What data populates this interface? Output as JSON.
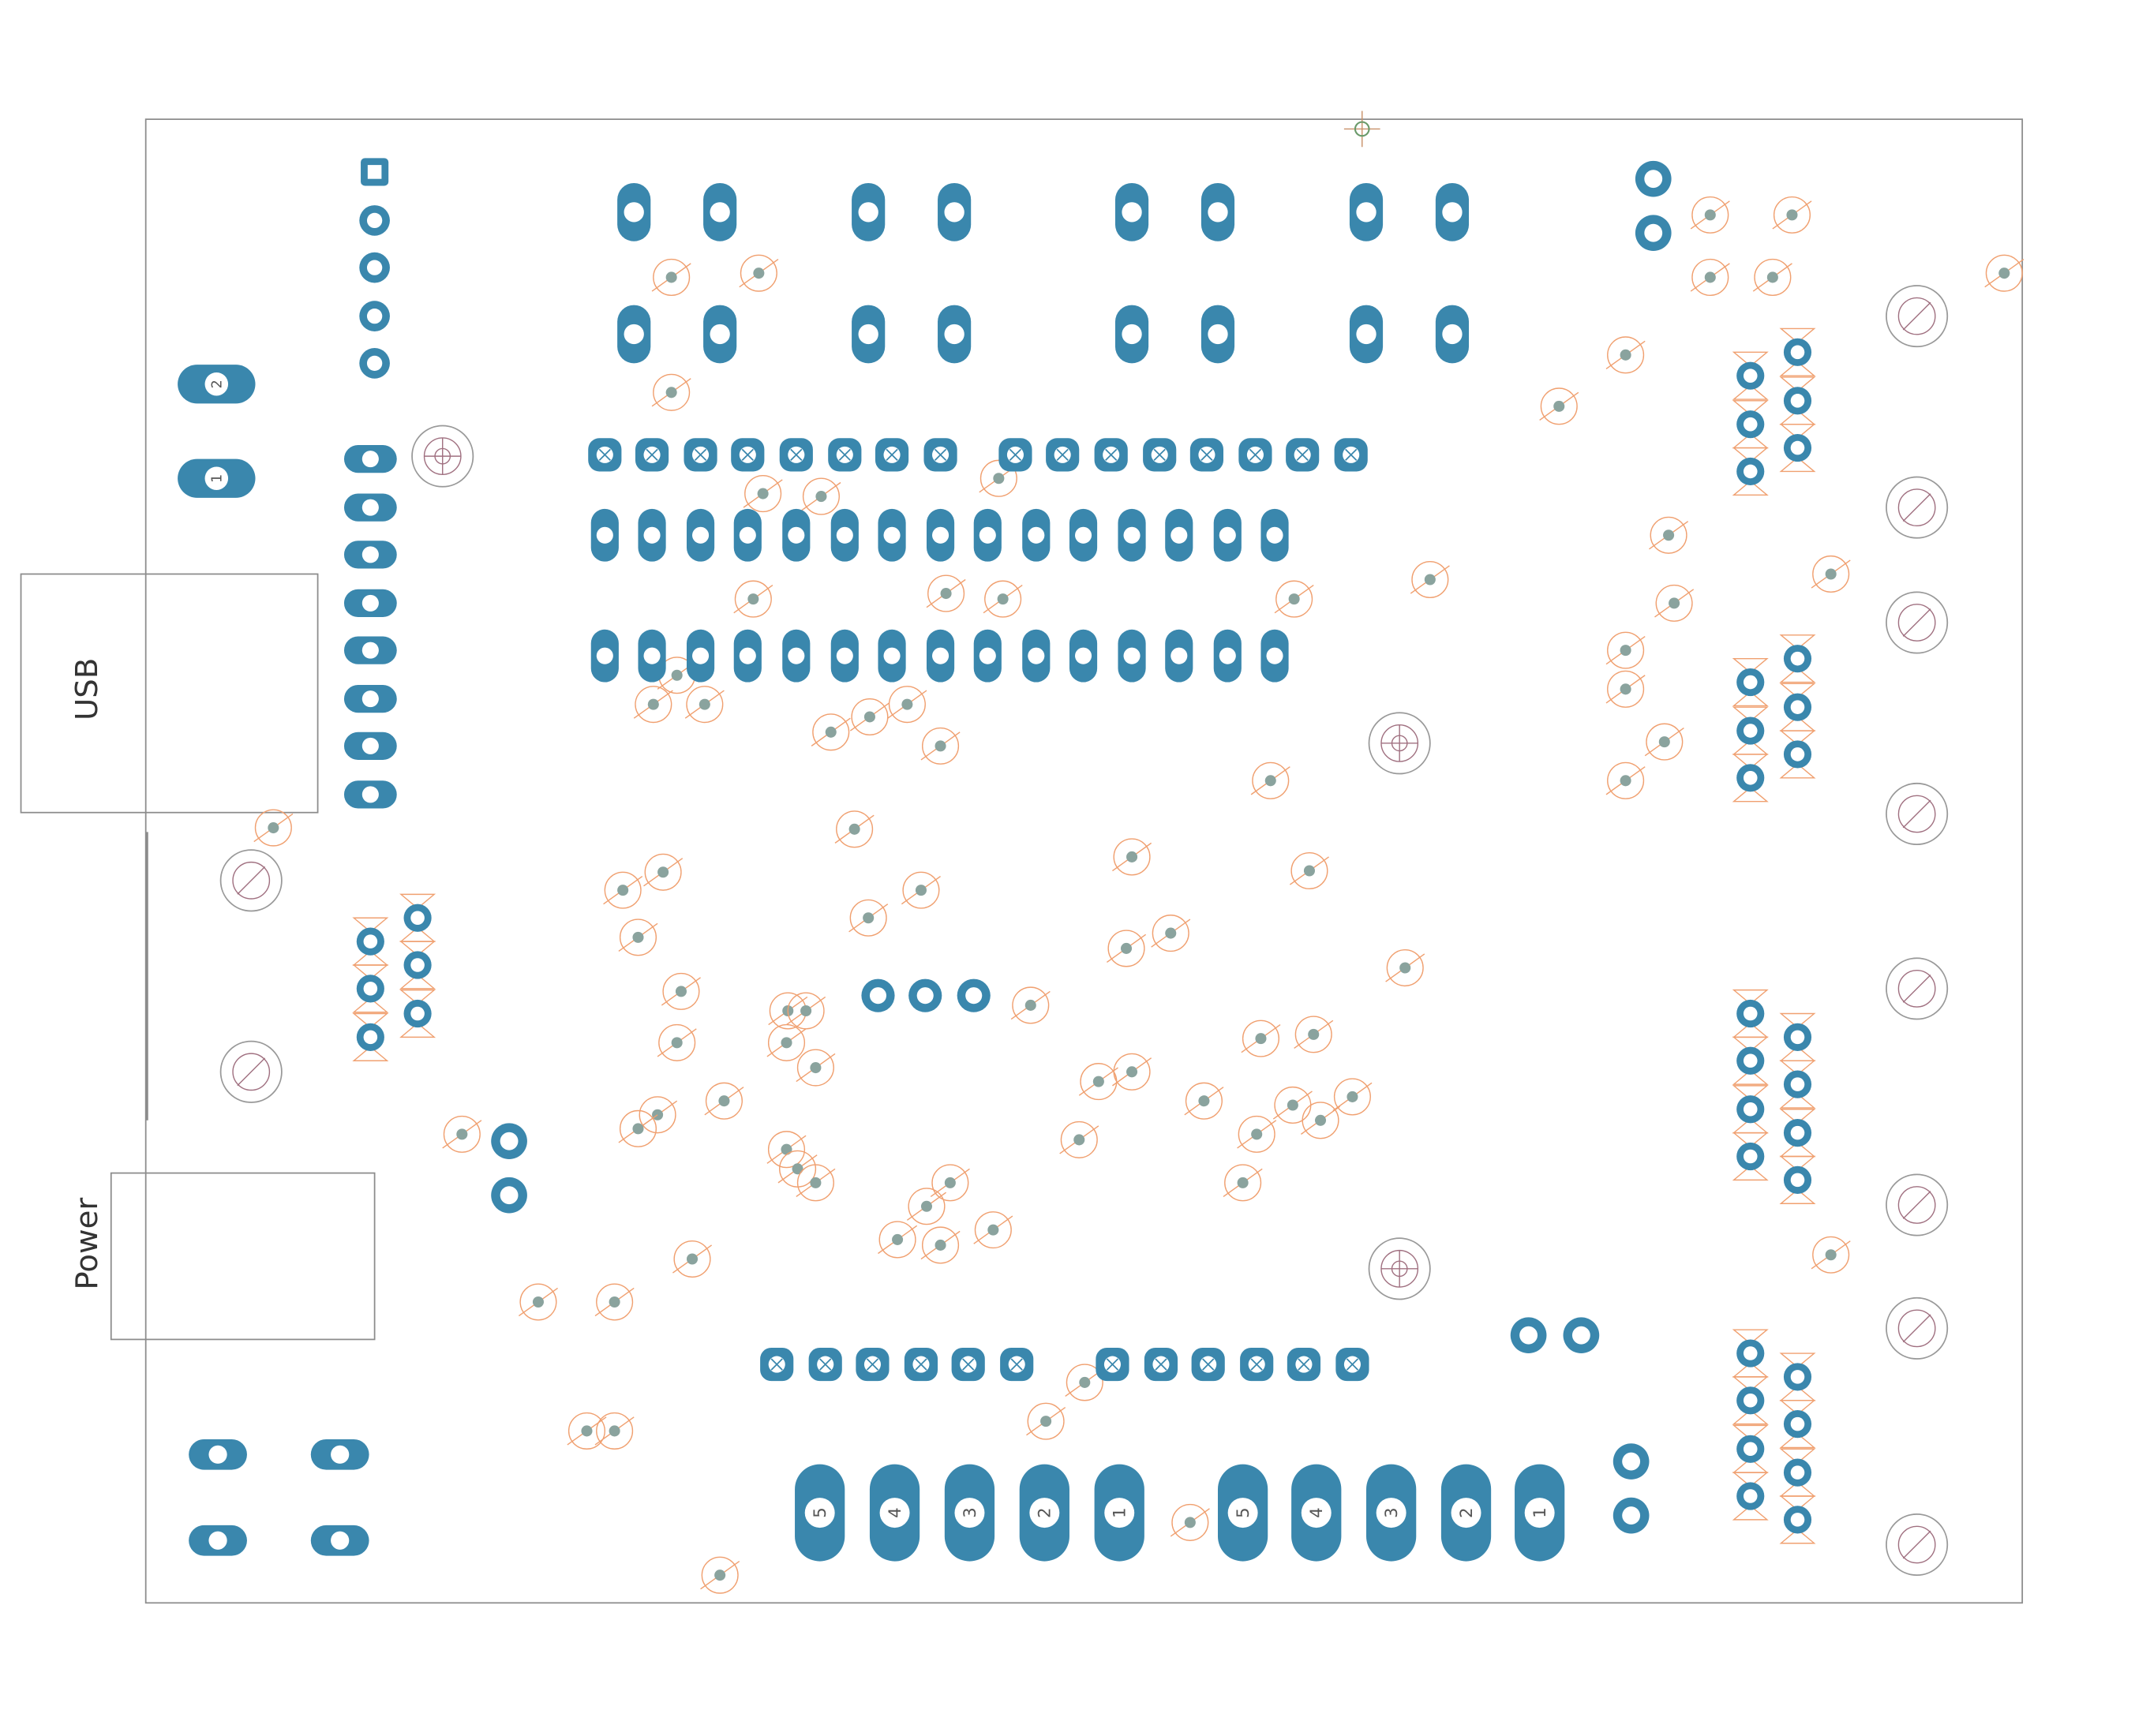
{
  "board": {
    "labels": {
      "usb": "USB",
      "power": "Power"
    },
    "colors": {
      "pad": "#3a87ad",
      "hole": "#ffffff",
      "via_fill": "#8aa39e",
      "via_ring": "#f0a070",
      "mount": "#a07080",
      "outline": "#8c8c8c",
      "text": "#333333"
    },
    "pin_numbers": {
      "top_left_header": [
        "2",
        "1"
      ],
      "bottom_terminal_a": [
        "5",
        "4",
        "3",
        "2",
        "1"
      ],
      "bottom_terminal_b": [
        "5",
        "4",
        "3",
        "2",
        "1"
      ]
    }
  }
}
